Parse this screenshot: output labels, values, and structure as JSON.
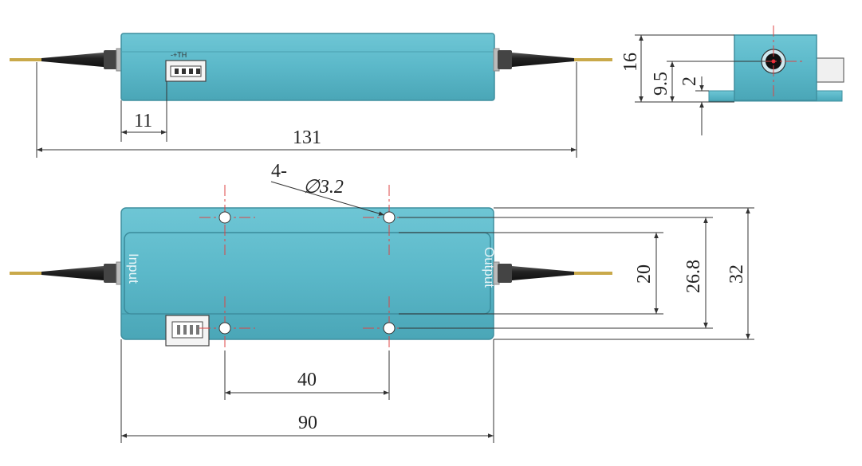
{
  "top_view": {
    "connector_label": "-+TH",
    "dim_connector_offset": "11",
    "dim_total_length": "131"
  },
  "end_view": {
    "dim_height": "16",
    "dim_axis_height": "9.5",
    "dim_flange": "2"
  },
  "plan_view": {
    "hole_callout_count": "4-",
    "hole_callout_diameter": "∅3.2",
    "input_label": "Input",
    "output_label": "Output",
    "dim_hole_pitch_x": "40",
    "dim_body_length": "90",
    "dim_hole_pitch_y": "20",
    "dim_inner_width": "26.8",
    "dim_body_width": "32"
  },
  "colors": {
    "body": "#5bb8c9",
    "body_edge": "#3f8f9f",
    "fiber_boot": "#1e1e1e",
    "fiber_tip": "#c9a94a",
    "centerline": "#d44444"
  }
}
